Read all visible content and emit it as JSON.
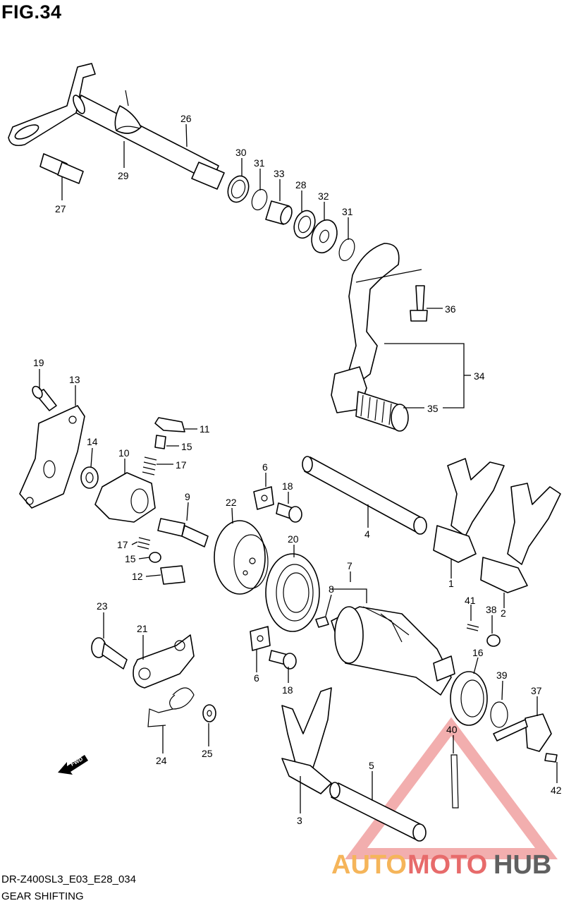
{
  "figure": {
    "title": "FIG.34"
  },
  "footer": {
    "code": "DR-Z400SL3_E03_E28_034",
    "name": "GEAR SHIFTING"
  },
  "fwd_label": "FWD",
  "watermark": {
    "auto": "AUTO",
    "moto": "MOTO",
    "hub": "HUB",
    "colors": {
      "auto": "#f5b55a",
      "moto": "#e76b6b",
      "hub": "#606060"
    }
  },
  "callouts": [
    {
      "id": "c26",
      "text": "26"
    },
    {
      "id": "c29",
      "text": "29"
    },
    {
      "id": "c27",
      "text": "27"
    },
    {
      "id": "c30",
      "text": "30"
    },
    {
      "id": "c31a",
      "text": "31"
    },
    {
      "id": "c33",
      "text": "33"
    },
    {
      "id": "c28",
      "text": "28"
    },
    {
      "id": "c32",
      "text": "32"
    },
    {
      "id": "c31b",
      "text": "31"
    },
    {
      "id": "c36",
      "text": "36"
    },
    {
      "id": "c34",
      "text": "34"
    },
    {
      "id": "c35",
      "text": "35"
    },
    {
      "id": "c19",
      "text": "19"
    },
    {
      "id": "c13",
      "text": "13"
    },
    {
      "id": "c14",
      "text": "14"
    },
    {
      "id": "c10",
      "text": "10"
    },
    {
      "id": "c11",
      "text": "11"
    },
    {
      "id": "c15a",
      "text": "15"
    },
    {
      "id": "c17a",
      "text": "17"
    },
    {
      "id": "c6a",
      "text": "6"
    },
    {
      "id": "c18a",
      "text": "18"
    },
    {
      "id": "c9",
      "text": "9"
    },
    {
      "id": "c22",
      "text": "22"
    },
    {
      "id": "c4",
      "text": "4"
    },
    {
      "id": "c17b",
      "text": "17"
    },
    {
      "id": "c15b",
      "text": "15"
    },
    {
      "id": "c12",
      "text": "12"
    },
    {
      "id": "c20",
      "text": "20"
    },
    {
      "id": "c7",
      "text": "7"
    },
    {
      "id": "c8",
      "text": "8"
    },
    {
      "id": "c1",
      "text": "1"
    },
    {
      "id": "c2",
      "text": "2"
    },
    {
      "id": "c41",
      "text": "41"
    },
    {
      "id": "c38",
      "text": "38"
    },
    {
      "id": "c23",
      "text": "23"
    },
    {
      "id": "c21",
      "text": "21"
    },
    {
      "id": "c6b",
      "text": "6"
    },
    {
      "id": "c18b",
      "text": "18"
    },
    {
      "id": "c16",
      "text": "16"
    },
    {
      "id": "c39",
      "text": "39"
    },
    {
      "id": "c37",
      "text": "37"
    },
    {
      "id": "c40",
      "text": "40"
    },
    {
      "id": "c24",
      "text": "24"
    },
    {
      "id": "c25",
      "text": "25"
    },
    {
      "id": "c5",
      "text": "5"
    },
    {
      "id": "c3",
      "text": "3"
    },
    {
      "id": "c42",
      "text": "42"
    }
  ]
}
